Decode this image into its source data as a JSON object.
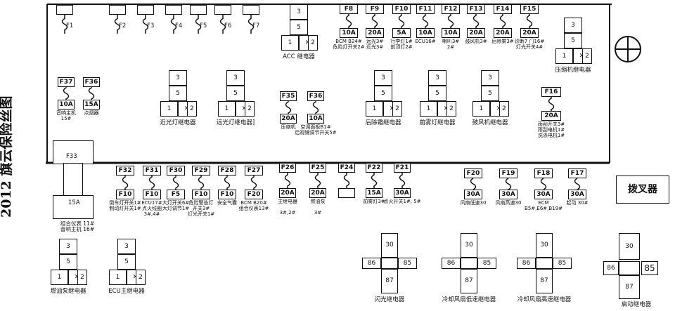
{
  "title": "2012 旗云保险丝图",
  "fuse_top_row": [
    "F1",
    "F2",
    "F3",
    "F4",
    "F5",
    "F6",
    "F7"
  ],
  "fuses_right_top": [
    {
      "name": "F8",
      "rating": "10A",
      "cap": "BCM B24#\n危险灯开关2#"
    },
    {
      "name": "F9",
      "rating": "20A",
      "cap": "远光3#\n近光3#"
    },
    {
      "name": "F10",
      "rating": "5A",
      "cap": "行李灯1#\n前顶灯2#"
    },
    {
      "name": "F11",
      "rating": "10A",
      "cap": "ECU16#"
    },
    {
      "name": "F12",
      "rating": "10A",
      "cap": "喇叭3#\n2#"
    },
    {
      "name": "F13",
      "rating": "20A",
      "cap": "鼓风机3#"
    },
    {
      "name": "F14",
      "rating": "20A",
      "cap": "后除雾3#"
    },
    {
      "name": "F15",
      "rating": "20A",
      "cap": "诊断7 门16#\n灯光开关4#"
    }
  ],
  "acc_relay": {
    "label": "ACC 继电器",
    "pins": [
      "3",
      "5",
      "1",
      "2"
    ]
  },
  "compressor_relay": {
    "label": "压缩机继电器",
    "pins": [
      "3",
      "5",
      "1",
      "2"
    ]
  },
  "fuse_f37": {
    "name": "F37",
    "rating": "10A",
    "cap": "音响主机\n15#"
  },
  "fuse_f36a": {
    "name": "F36",
    "rating": "15A",
    "cap": "点烟器"
  },
  "low_beam_relay": {
    "label": "近光灯继电器",
    "pins": [
      "3",
      "5",
      "1",
      "2"
    ]
  },
  "high_beam_relay": {
    "label": "远光灯继电器]",
    "pins": [
      "3",
      "5",
      "1",
      "2"
    ]
  },
  "fuse_f35": {
    "name": "F35",
    "rating": "20A",
    "cap": "压缩机"
  },
  "fuse_f36b": {
    "name": "F36",
    "rating": "10A",
    "cap": "空调面板B1#\n后视镜调节开关5#"
  },
  "rear_defog_relay": {
    "label": "后除霜继电器",
    "pins": [
      "3",
      "5",
      "1",
      "2"
    ]
  },
  "fog_relay": {
    "label": "前雾灯继电器",
    "pins": [
      "3",
      "5",
      "1",
      "2"
    ]
  },
  "blower_relay": {
    "label": "鼓风机继电器",
    "pins": [
      "3",
      "5",
      "1",
      "2"
    ]
  },
  "fuse_f16": {
    "name": "F16",
    "rating": "20A",
    "cap": "雨刮开关3#\n雨刮电机1#\n洗涤电机1#"
  },
  "f33": {
    "name": "F33",
    "rating": "15A",
    "cap": "组合仪表 11#\n音响主机 16#"
  },
  "fuses_mid_row": [
    {
      "name": "F32",
      "rating": "F10",
      "cap": "倒车灯开关1#\n制动灯开关1#"
    },
    {
      "name": "F31",
      "rating": "F10",
      "cap": "ECU17#\n点火线圈\n3#,4#"
    },
    {
      "name": "F30",
      "rating": "F5",
      "cap": "大灯开关6#\n大灯调节1#"
    },
    {
      "name": "F29",
      "rating": "F10",
      "cap": "危险警告灯\n开关3#\n灯光开关1#"
    },
    {
      "name": "F28",
      "rating": "F10",
      "cap": "安全气囊"
    },
    {
      "name": "F27",
      "rating": "F20",
      "cap": "BCM B20#\n组合仪表13#"
    }
  ],
  "fuses_lower": [
    {
      "name": "F26",
      "rating": "20A",
      "cap": "主继电器\n\n3#,2#"
    },
    {
      "name": "F25",
      "rating": "20A",
      "cap": "燃油泵\n\n3#"
    },
    {
      "name": "F24",
      "rating": "",
      "cap": ""
    },
    {
      "name": "F22",
      "rating": "15A",
      "cap": "前雾灯3#"
    },
    {
      "name": "F21",
      "rating": "30A",
      "cap": "点火开关1#, 5#"
    }
  ],
  "fuses_right_lower": [
    {
      "name": "F20",
      "rating": "30A",
      "cap": "风扇低速30"
    },
    {
      "name": "F19",
      "rating": "30A",
      "cap": "风扇高速30"
    },
    {
      "name": "F18",
      "rating": "30A",
      "cap": "ECM\nB5#,E6#,B19#"
    },
    {
      "name": "F17",
      "rating": "30A",
      "cap": "起动 30#"
    }
  ],
  "fuel_pump_relay": {
    "label": "燃油泵继电器",
    "pins": [
      "3",
      "5",
      "1",
      "2"
    ]
  },
  "ecu_relay": {
    "label": "ECU主继电器",
    "pins": [
      "3",
      "5",
      "1",
      "2"
    ]
  },
  "cross_relays": [
    {
      "label": "闪光继电器",
      "pins": [
        "30",
        "86",
        "85",
        "87"
      ]
    },
    {
      "label": "冷却风扇低速继电器",
      "pins": [
        "30",
        "86",
        "85",
        "87"
      ]
    },
    {
      "label": "冷却风扇高速继电器",
      "pins": [
        "30",
        "86",
        "85",
        "87"
      ]
    }
  ],
  "starter_relay": {
    "label": "启动继电器",
    "pins": [
      "30",
      "86",
      "85",
      "87"
    ]
  },
  "fork_box": "拨叉器"
}
